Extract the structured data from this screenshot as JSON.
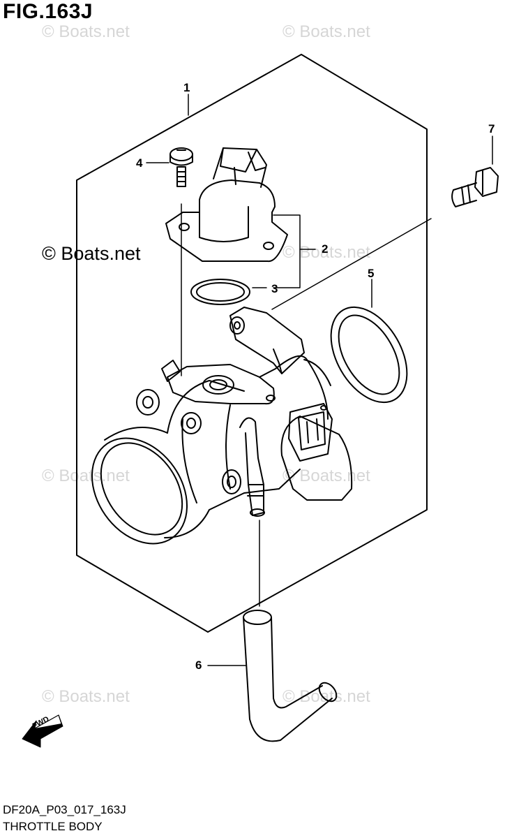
{
  "figure": {
    "title": "FIG.163J",
    "code": "DF20A_P03_017_163J",
    "caption": "THROTTLE BODY"
  },
  "watermarks": {
    "text": "© Boats.net",
    "prominent": "© Boats.net"
  },
  "callouts": [
    "1",
    "2",
    "3",
    "4",
    "5",
    "6",
    "7"
  ],
  "fwd_label": "FWD"
}
